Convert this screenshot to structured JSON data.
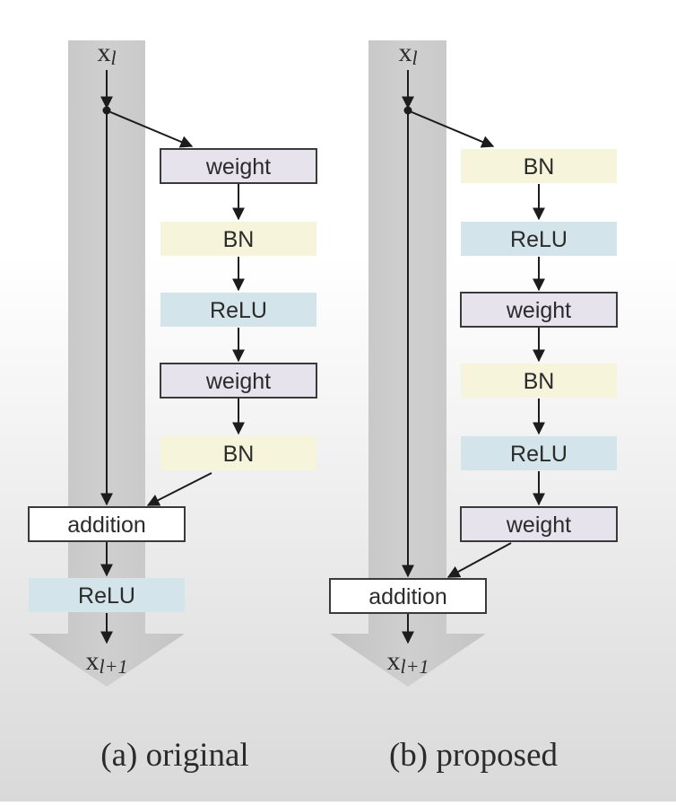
{
  "original": {
    "input": {
      "var": "x",
      "sub": "l"
    },
    "output": {
      "var": "x",
      "sub": "l+1"
    },
    "blocks": [
      "weight",
      "BN",
      "ReLU",
      "weight",
      "BN"
    ],
    "addition": "addition",
    "post": "ReLU",
    "caption": "(a) original"
  },
  "proposed": {
    "input": {
      "var": "x",
      "sub": "l"
    },
    "output": {
      "var": "x",
      "sub": "l+1"
    },
    "blocks": [
      "BN",
      "ReLU",
      "weight",
      "BN",
      "ReLU",
      "weight"
    ],
    "addition": "addition",
    "caption": "(b) proposed"
  },
  "colors": {
    "weight": "#e6e3ec",
    "bn": "#f6f5dc",
    "relu": "#d3e4ea",
    "addition": "#ffffff",
    "shaft": "#c6c6c6",
    "border": "#3a3a3a",
    "text": "#2b2b2b"
  }
}
